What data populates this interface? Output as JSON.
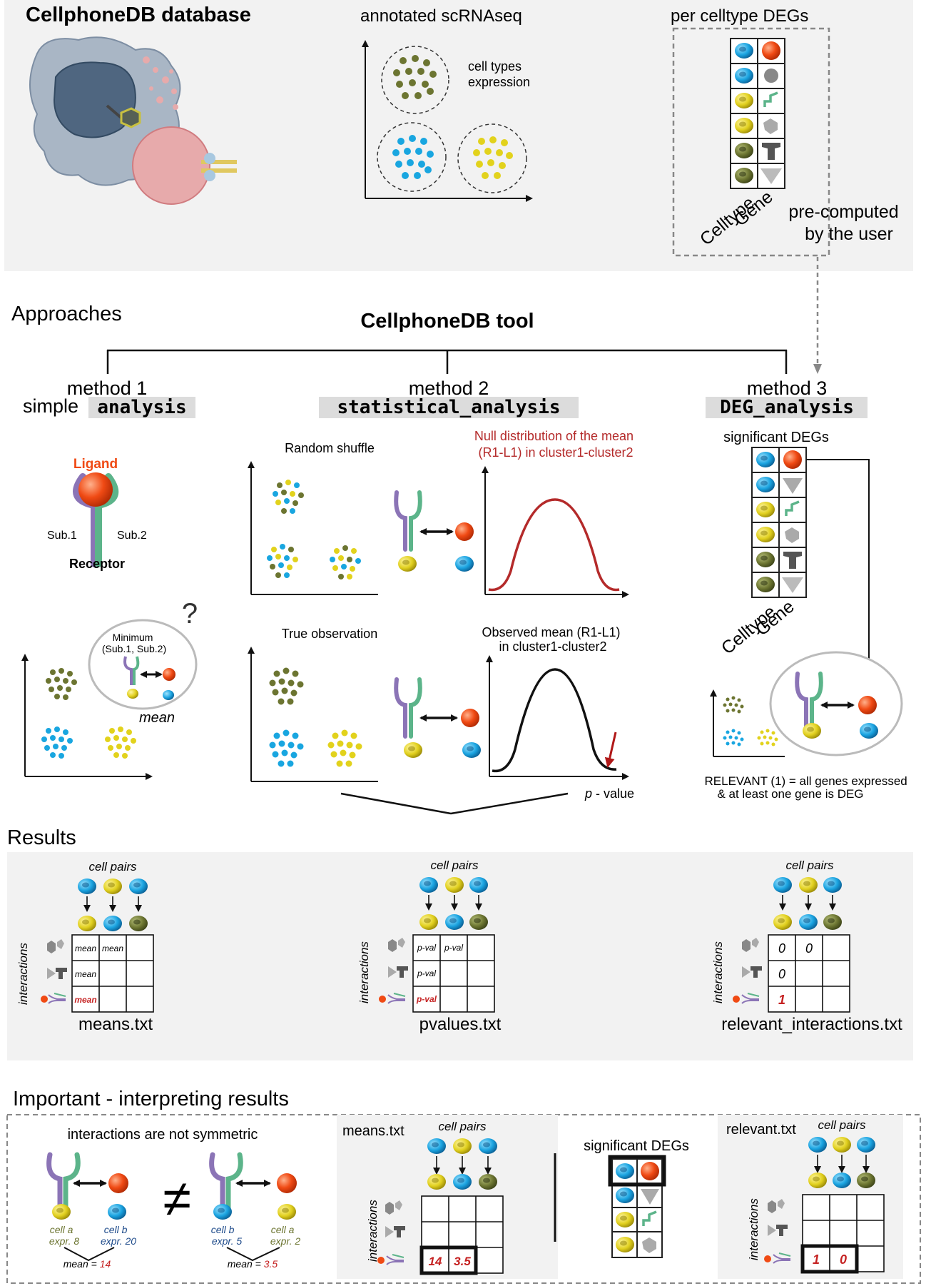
{
  "top": {
    "db_title": "CellphoneDB database",
    "scrna_title": "annotated scRNAseq",
    "scrna_label": [
      "cell types",
      "expression"
    ],
    "degs_title": "per celltype DEGs",
    "celltype_label": "Celltype",
    "gene_label": "Gene",
    "precomputed": [
      "pre-computed",
      "by the user"
    ]
  },
  "approaches": {
    "title": "Approaches",
    "tool": "CellphoneDB tool",
    "method1": {
      "name": "method 1",
      "prefix": "simple ",
      "code": "analysis"
    },
    "method2": {
      "name": "method 2",
      "code": "statistical_analysis"
    },
    "method3": {
      "name": "method 3",
      "code": "DEG_analysis"
    }
  },
  "m1": {
    "ligand": "Ligand",
    "sub1": "Sub.1",
    "sub2": "Sub.2",
    "receptor": "Receptor",
    "question": "?",
    "minimum": [
      "Minimum",
      "(Sub.1, Sub.2)"
    ],
    "mean": "mean"
  },
  "m2": {
    "shuffle": "Random shuffle",
    "null_dist": [
      "Null distribution of the mean",
      "(R1-L1) in cluster1-cluster2"
    ],
    "true_obs": "True observation",
    "observed": [
      "Observed mean (R1-L1)",
      "in cluster1-cluster2"
    ],
    "p_italic": "p",
    "p_rest": " - value"
  },
  "m3": {
    "sig_degs": "significant DEGs",
    "celltype_label": "Celltype",
    "gene_label": "Gene",
    "relevant": [
      "RELEVANT (1) = all genes expressed",
      "&  at least one gene is DEG"
    ]
  },
  "results": {
    "title": "Results",
    "cell_pairs": "cell pairs",
    "interactions": "interactions",
    "means_file": "means.txt",
    "pvalues_file": "pvalues.txt",
    "relevant_file": "relevant_interactions.txt",
    "means_cells": [
      "mean",
      "mean",
      "mean",
      "mean"
    ],
    "pval_cells": [
      "p-val",
      "p-val",
      "p-val",
      "p-val"
    ],
    "rel_cells": [
      "0",
      "0",
      "0",
      "1"
    ]
  },
  "important": {
    "title": "Important - interpreting results",
    "not_symmetric": "interactions are not symmetric",
    "left_cell_a": [
      "cell a",
      "expr. 8"
    ],
    "left_cell_b": [
      "cell b",
      "expr. 20"
    ],
    "left_mean": "mean = ",
    "left_mean_val": "14",
    "neq": "≠",
    "right_cell_b": [
      "cell b",
      "expr. 5"
    ],
    "right_cell_a": [
      "cell a",
      "expr. 2"
    ],
    "right_mean": "mean = ",
    "right_mean_val": "3.5",
    "means_file": "means.txt",
    "cell_pairs": "cell pairs",
    "interactions": "interactions",
    "means_vals": [
      "14",
      "3.5"
    ],
    "sig_degs": "significant DEGs",
    "relevant_file": "relevant.txt",
    "rel_vals": [
      "1",
      "0"
    ]
  },
  "colors": {
    "blue": "#19a6e0",
    "yellow": "#e2d21c",
    "olive": "#6c7531",
    "orange": "#f04a14",
    "purple": "#8b74b6",
    "green": "#5cb48a",
    "red": "#c52222",
    "panel": "#f2f2f2"
  }
}
